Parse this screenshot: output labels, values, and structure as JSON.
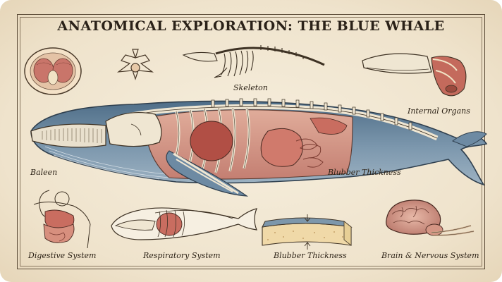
{
  "plate": {
    "title": "ANATOMICAL EXPLORATION: THE BLUE WHALE"
  },
  "labels": {
    "skeleton": "Skeleton",
    "internal_organs": "Internal Organs",
    "baleen": "Baleen",
    "blubber_thickness_main": "Blubber Thickness",
    "digestive_system": "Digestive System",
    "respiratory_system": "Respiratory System",
    "blubber_thickness_panel": "Blubber Thickness",
    "brain_nervous_system": "Brain & Nervous System"
  },
  "colors": {
    "paper": "#f3ead8",
    "ink": "#2a2118",
    "whale_skin": "#6d8aa3",
    "bone": "#efe6d2",
    "flesh": "#d59b8c",
    "organ": "#b9584c"
  }
}
